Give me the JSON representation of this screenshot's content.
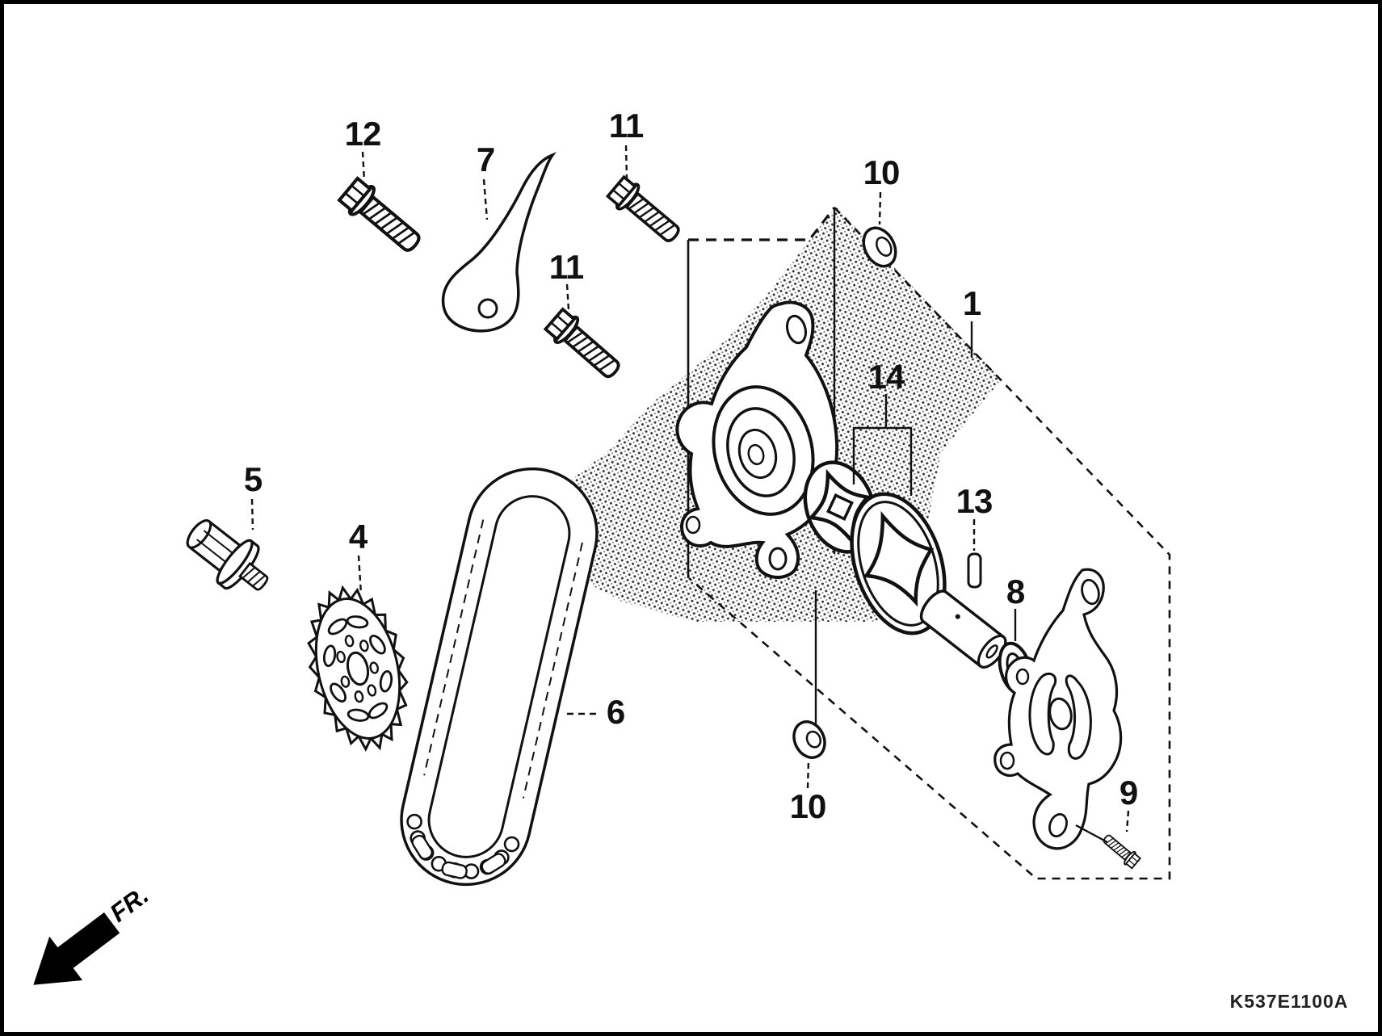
{
  "diagram": {
    "background": "#ffffff",
    "colors": {
      "line": "#111111",
      "frame": "#000000",
      "dash_gray": "#777777",
      "stipple_dark": "#333333",
      "stipple_light": "#888888"
    },
    "footer_code": "K537E1100A",
    "orientation_label": "FR.",
    "callouts": [
      {
        "text": "12"
      },
      {
        "text": "7"
      },
      {
        "text": "11"
      },
      {
        "text": "11"
      },
      {
        "text": "10"
      },
      {
        "text": "1"
      },
      {
        "text": "14"
      },
      {
        "text": "13"
      },
      {
        "text": "5"
      },
      {
        "text": "4"
      },
      {
        "text": "6"
      },
      {
        "text": "8"
      },
      {
        "text": "9"
      },
      {
        "text": "10"
      }
    ]
  }
}
